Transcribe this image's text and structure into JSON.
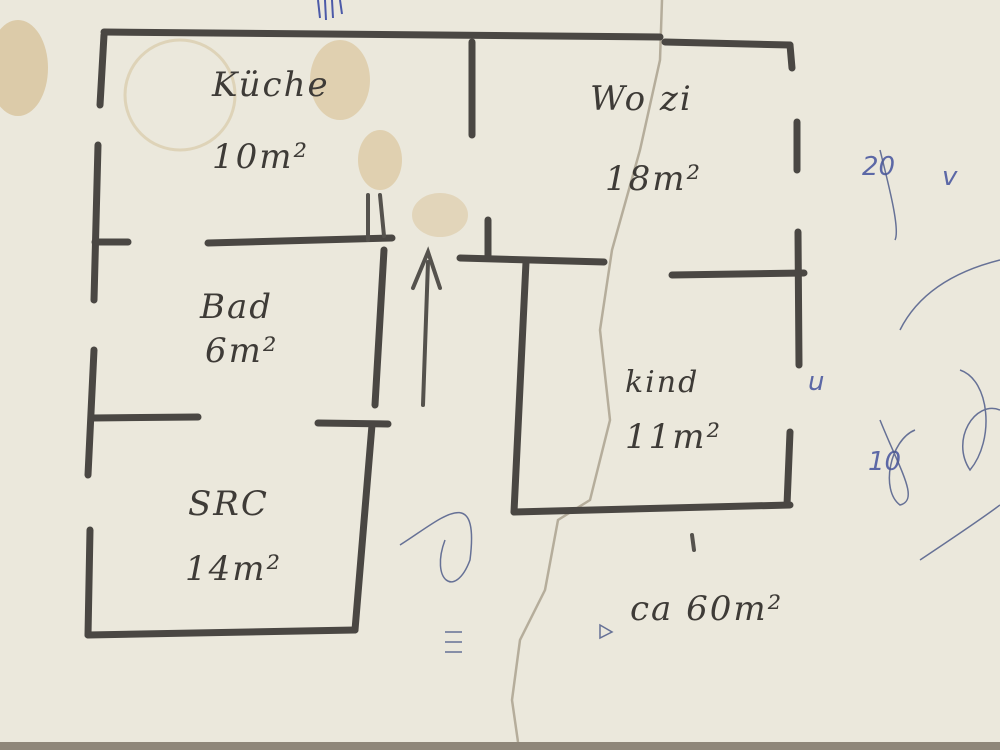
{
  "rooms": [
    {
      "name": "Küche",
      "area": "10m²"
    },
    {
      "name": "Wo zi",
      "area": "18m²"
    },
    {
      "name": "Bad",
      "area": "6m²"
    },
    {
      "name": "SRC",
      "area": "14m²"
    },
    {
      "name": "kind",
      "area": "11m²"
    }
  ],
  "total": "ca 60m²",
  "pen_scribbles": [
    "20",
    "v",
    "u",
    "10"
  ],
  "colors": {
    "paper": "#ebe8dc",
    "pencil": "#4a4743",
    "stain": "#c9a86a",
    "ink": "#4f5c8a"
  }
}
